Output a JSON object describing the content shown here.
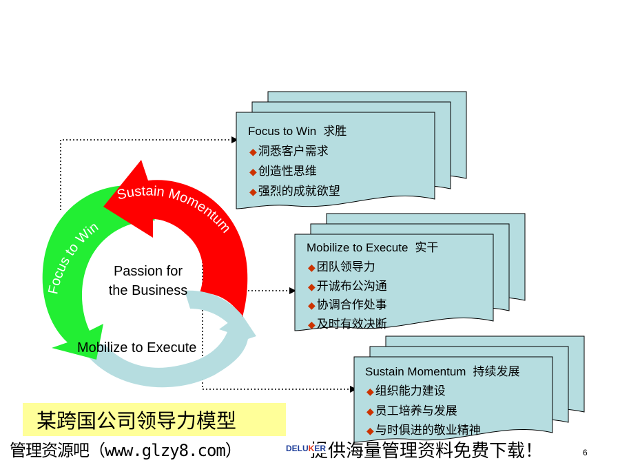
{
  "cycle": {
    "center": [
      "Passion for",
      "the Business"
    ],
    "arc_focus": "Focus to Win",
    "arc_sustain": "Sustain Momentum",
    "arc_mobilize": "Mobilize to Execute",
    "colors": {
      "focus": "#22ee33",
      "sustain": "#ff0000",
      "mobilize": "#b6dde0"
    }
  },
  "cards": [
    {
      "title_en": "Focus to Win",
      "title_cn": "求胜",
      "items": [
        "洞悉客户需求",
        "创造性思维",
        "强烈的成就欲望"
      ]
    },
    {
      "title_en": "Mobilize to Execute",
      "title_cn": "实干",
      "items": [
        "团队领导力",
        "开诚布公沟通",
        "协调合作处事",
        "及时有效决断"
      ]
    },
    {
      "title_en": "Sustain Momentum",
      "title_cn": "持续发展",
      "items": [
        "组织能力建设",
        "员工培养与发展",
        "与时俱进的敬业精神"
      ]
    }
  ],
  "card_color": "#b6dde0",
  "model_title": "某跨国公司领导力模型",
  "footer_left": "管理资源吧（www.glzy8.com）",
  "footer_right": "提供海量管理资料免费下载！",
  "logo": {
    "part1": "DELU",
    "part2": "K",
    "part3": "ER"
  },
  "page_number": "6"
}
